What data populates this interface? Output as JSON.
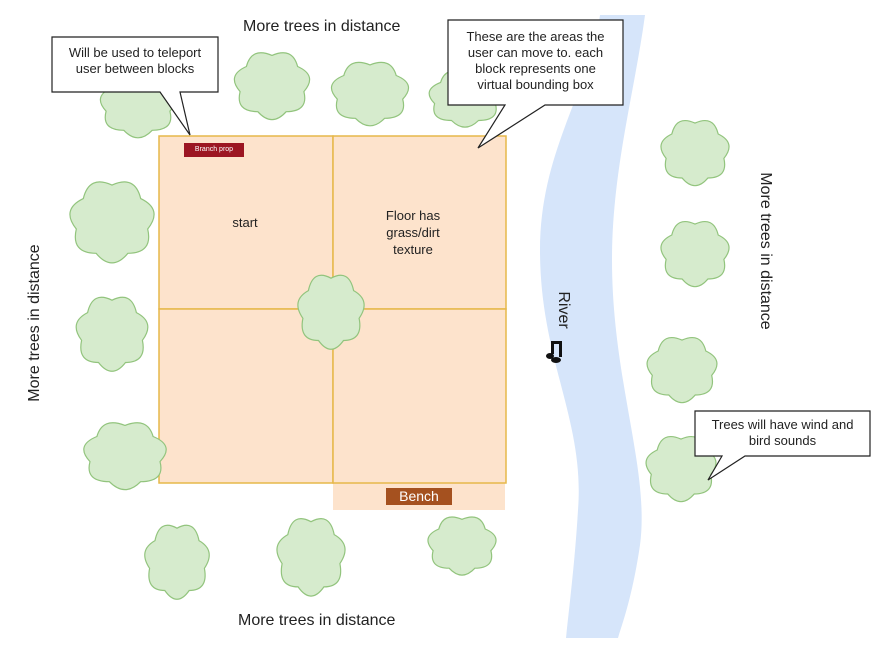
{
  "labels": {
    "top_trees": "More trees in distance",
    "bottom_trees": "More trees in distance",
    "left_trees": "More trees in distance",
    "right_trees": "More trees in distance",
    "river": "River",
    "start": "start",
    "floor_lines": [
      "Floor has",
      "grass/dirt",
      "texture"
    ],
    "bench": "Bench",
    "branch_prop": "Branch prop"
  },
  "callouts": {
    "teleport": [
      "Will be used to teleport",
      "user between blocks"
    ],
    "areas": [
      "These are the areas the",
      "user can move to. each",
      "block represents one",
      "virtual bounding box"
    ],
    "sounds": [
      "Trees will have wind and",
      "bird sounds"
    ]
  },
  "colors": {
    "floor": "#fde3cc",
    "floor_border": "#e6b84a",
    "tree_fill": "#d6ebcd",
    "tree_stroke": "#92c47d",
    "river": "#d6e5fa",
    "bench": "#a5511f",
    "branch": "#9c1622"
  },
  "icons": [
    "music-note-icon"
  ]
}
